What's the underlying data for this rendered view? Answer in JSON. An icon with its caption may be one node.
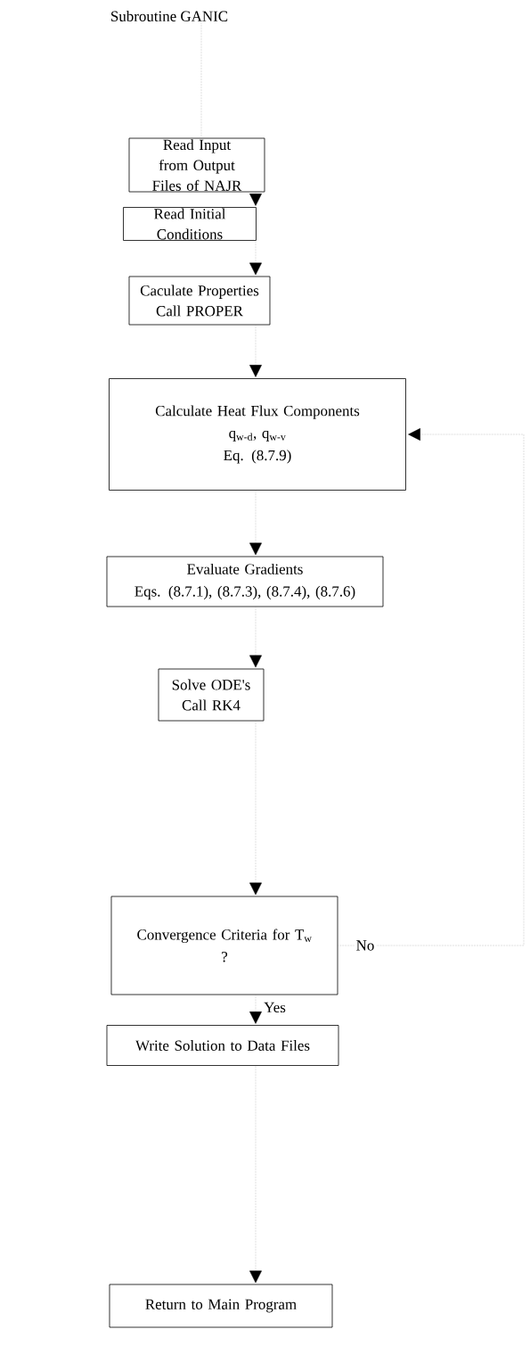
{
  "diagram": {
    "nodes": [
      {
        "text": [
          "Subroutine GANIC"
        ]
      },
      {
        "text": [
          "Read Input from Output Files of NAJR"
        ]
      },
      {
        "text": [
          "Read Initial Conditions"
        ]
      },
      {
        "text": [
          "Caculate Properties Call PROPER"
        ]
      },
      {
        "text": [
          "Calculate Heat Flux Components",
          "q$_{w-d}$, q$_{w-v}$",
          "Eq. (8.7.9)"
        ]
      },
      {
        "text": [
          "Evaluate Gradients",
          "Eqs. (8.7.1), (8.7.3), (8.7.4), (8.7.6)"
        ]
      },
      {
        "text": [
          "Solve ODE's Call RK4"
        ]
      },
      {
        "text": [
          "Convergence Criteria for T$_{w}$",
          "?"
        ]
      },
      {
        "text": [
          "Write Solution to Data Files"
        ]
      },
      {
        "text": [
          "Return to Main Program"
        ]
      }
    ],
    "edges": [
      {
        "from": 0,
        "to": 1,
        "arrow": "none"
      },
      {
        "from": 1,
        "to": 2,
        "arrow": "to"
      },
      {
        "from": 2,
        "to": 3,
        "arrow": "to"
      },
      {
        "from": 3,
        "to": 4,
        "arrow": "to"
      },
      {
        "from": 4,
        "to": 5,
        "arrow": "to"
      },
      {
        "from": 5,
        "to": 6,
        "arrow": "to"
      },
      {
        "from": 6,
        "to": 7,
        "arrow": "to"
      },
      {
        "from": 7,
        "to": 8,
        "arrow": "to",
        "label": "Yes"
      },
      {
        "from": 8,
        "to": 9,
        "arrow": "to"
      },
      {
        "from": 7,
        "to": 4,
        "arrow": "to",
        "label": "No"
      }
    ]
  }
}
